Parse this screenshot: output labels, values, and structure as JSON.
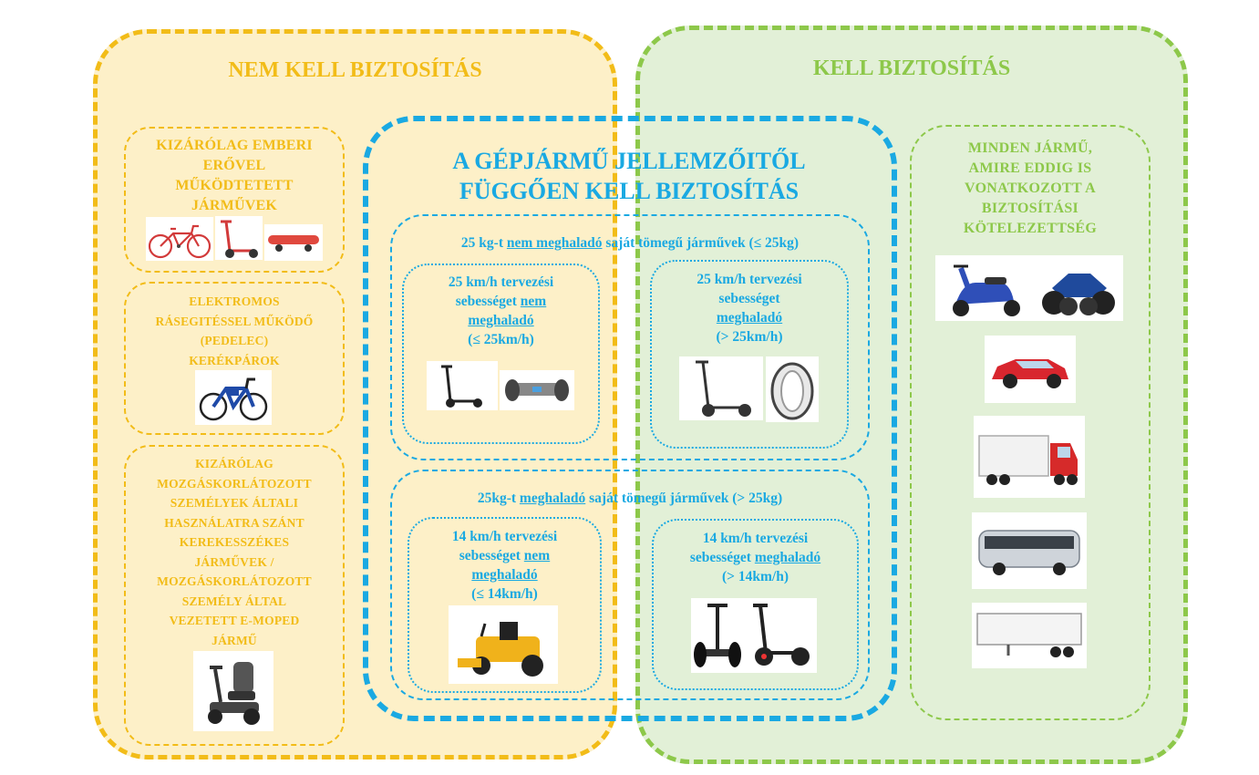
{
  "titles": {
    "left": "NEM KELL BIZTOSÍTÁS",
    "right": "KELL BIZTOSÍTÁS",
    "mid_line1": "A GÉPJÁRMŰ JELLEMZŐITŐL",
    "mid_line2": "FÜGGŐEN KELL BIZTOSÍTÁS"
  },
  "left_boxes": {
    "human": [
      "KIZÁRÓLAG EMBERI",
      "ERŐVEL",
      "MŰKÖDTETETT",
      "JÁRMŰVEK"
    ],
    "pedelec": [
      "ELEKTROMOS",
      "RÁSEGITÉSSEL MŰKÖDŐ",
      "(PEDELEC)",
      "KERÉKPÁROK"
    ],
    "disabled": [
      "KIZÁRÓLAG",
      "MOZGÁSKORLÁTOZOTT",
      "SZEMÉLYEK ÁLTALI",
      "HASZNÁLATRA SZÁNT",
      "KEREKESSZÉKES",
      "JÁRMŰVEK /",
      "MOZGÁSKORLÁTOZOTT",
      "SZEMÉLY ÁLTAL",
      "VEZETETT E-MOPED",
      "JÁRMŰ"
    ]
  },
  "right_box": [
    "MINDEN JÁRMŰ,",
    "AMIRE EDDIG IS",
    "VONATKOZOTT A",
    "BIZTOSÍTÁSI",
    "KÖTELEZETTSÉG"
  ],
  "mid": {
    "top_header": {
      "pre": "25 kg-t ",
      "u": "nem meghaladó",
      "post": " saját tömegű járművek (≤ 25kg)"
    },
    "bottom_header": {
      "pre": "25kg-t ",
      "u": "meghaladó",
      "post": " saját tömegű járművek (> 25kg)"
    },
    "tl": {
      "l1": "25 km/h tervezési",
      "l2a": "sebességet ",
      "l2u": "nem",
      "l3u": "meghaladó",
      "l4": "(≤ 25km/h)"
    },
    "tr": {
      "l1": "25 km/h tervezési",
      "l2": "sebességet",
      "l3u": "meghaladó",
      "l4": "(> 25km/h)"
    },
    "bl": {
      "l1": "14 km/h tervezési",
      "l2a": "sebességet ",
      "l2u": "nem",
      "l3u": "meghaladó",
      "l4": "(≤ 14km/h)"
    },
    "br": {
      "l1": "14 km/h tervezési",
      "l2a": "sebességet ",
      "l2u": "meghaladó",
      "l3": "(> 14km/h)"
    }
  },
  "colors": {
    "yellow": "#f2bc18",
    "green": "#8dc84a",
    "blue": "#1aa9e2",
    "yellow_fill": "#fdf0c8",
    "green_fill": "#e2f0d7"
  },
  "icons": [
    "bicycle-icon",
    "kick-scooter-icon",
    "skateboard-icon",
    "e-bike-icon",
    "mobility-scooter-icon",
    "e-scooter-icon",
    "hoverboard-icon",
    "monowheel-icon",
    "ride-on-mower-icon",
    "segway-icon",
    "motor-scooter-icon",
    "atv-icon",
    "car-icon",
    "truck-icon",
    "bus-icon",
    "trailer-icon"
  ]
}
